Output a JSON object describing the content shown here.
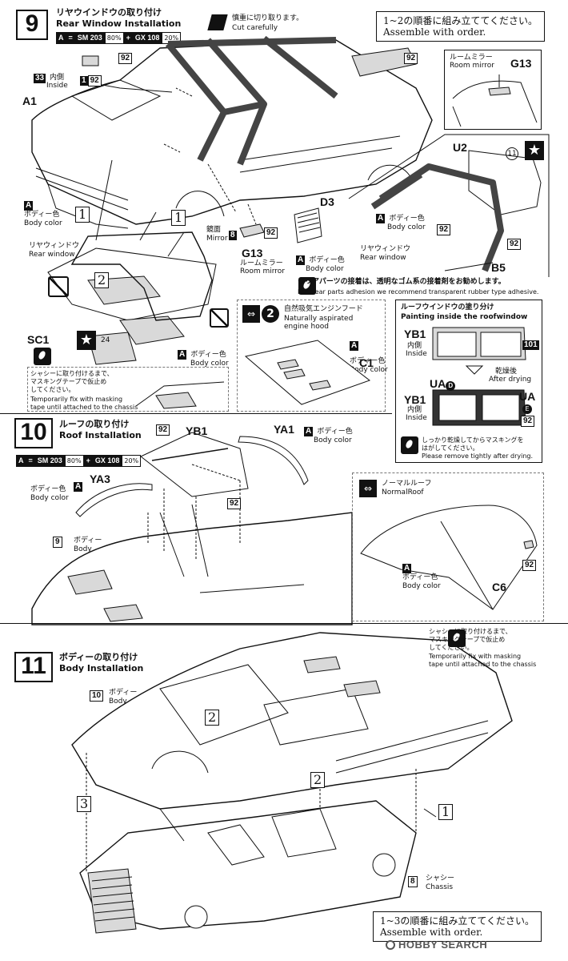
{
  "step9": {
    "number": "9",
    "title_ja": "リヤウインドウの取り付け",
    "title_en": "Rear Window Installation",
    "formula": {
      "a": "A",
      "eq": "=",
      "c1": "SM 203",
      "p1": "80%",
      "plus": "+",
      "c2": "GX 108",
      "p2": "20%"
    },
    "order_ja": "1~2の順番に組み立ててください。",
    "order_en": "Assemble with order.",
    "cut_ja": "慎重に切り取ります。",
    "cut_en": "Cut carefully",
    "labels": {
      "a1": "A1",
      "n33": "33",
      "inside_ja": "内側",
      "inside_en": "Inside",
      "n1": "1",
      "n92a": "92",
      "n92b": "92",
      "n92c": "92",
      "body_color_a": "A",
      "body_color_ja": "ボディー色",
      "body_color_en": "Body color",
      "rw_ja": "リヤウィンドウ",
      "rw_en": "Rear window",
      "step1": "1",
      "step1b": "1",
      "step2": "2",
      "sc1": "SC1",
      "n24": "24",
      "sc1_a": "A",
      "sc1_body_ja": "ボディー色",
      "sc1_body_en": "Body color",
      "mirror_ja": "鏡面",
      "mirror_en": "Mirror",
      "n8": "8",
      "n92d": "92",
      "g13": "G13",
      "rm_ja": "ルームミラー",
      "rm_en": "Room mirror",
      "d3": "D3",
      "d3_a": "A",
      "d3_body_ja": "ボディー色",
      "d3_body_en": "Body color",
      "mask_ja1": "シャシーに取り付けるまで、",
      "mask_ja2": "マスキングテープで仮止め",
      "mask_ja3": "してください。",
      "mask_en1": "Temporarily fix with masking",
      "mask_en2": "tape until attached to the chassis"
    },
    "mirror_inset": {
      "title_ja": "ルームミラー",
      "title_en": "Room mirror",
      "part": "G13"
    },
    "u2_inset": {
      "u2": "U2",
      "ref11": "11",
      "a": "A",
      "body_ja": "ボディー色",
      "body_en": "Body color",
      "n92a": "92",
      "n92b": "92",
      "rw_ja": "リヤウィンドウ",
      "rw_en": "Rear window",
      "b5": "B5"
    },
    "clear_note_ja": "クリアパーツの接着は、透明なゴム系の接着剤をお勧めします。",
    "clear_note_en": "For clear parts adhesion we recommend transparent rubber type adhesive.",
    "hood_inset": {
      "ref": "2",
      "title_ja": "自然吸気エンジンフード",
      "title_en1": "Naturally aspirated",
      "title_en2": "engine hood",
      "a": "A",
      "body_ja": "ボディー色",
      "body_en": "Body color",
      "c1": "C1"
    },
    "paint_roof": {
      "title_ja": "ルーフウインドウの塗り分け",
      "title_en": "Painting inside the roofwindow",
      "yb1": "YB1",
      "inside_ja": "内側",
      "inside_en": "Inside",
      "n101": "101",
      "dry_ja": "乾燥後",
      "dry_en": "After drying",
      "yb1b": "YB1",
      "inside_ja2": "内側",
      "inside_en2": "Inside",
      "uad": "UA",
      "uad_sub": "D",
      "ua": "UA",
      "uae_sub": "E",
      "n92": "92",
      "note_ja1": "しっかり乾燥してからマスキングを",
      "note_ja2": "はがしてください。",
      "note_en": "Please remove tightly after drying."
    }
  },
  "step10": {
    "number": "10",
    "title_ja": "ルーフの取り付け",
    "title_en": "Roof Installation",
    "formula": {
      "a": "A",
      "eq": "=",
      "c1": "SM 203",
      "p1": "80%",
      "plus": "+",
      "c2": "GX 108",
      "p2": "20%"
    },
    "labels": {
      "n92": "92",
      "yb1": "YB1",
      "ya1": "YA1",
      "ya1_a": "A",
      "ya1_body_ja": "ボディー色",
      "ya1_body_en": "Body color",
      "n92b": "92",
      "body_ja": "ボディー色",
      "body_en": "Body color",
      "ya3_a": "A",
      "ya3": "YA3",
      "n9": "9",
      "body_ref_ja": "ボディー",
      "body_ref_en": "Body"
    },
    "normal_roof": {
      "title_ja": "ノーマルルーフ",
      "title_en": "NormalRoof",
      "a": "A",
      "body_ja": "ボディー色",
      "body_en": "Body color",
      "n92": "92",
      "c6": "C6"
    }
  },
  "step11": {
    "number": "11",
    "title_ja": "ボディーの取り付け",
    "title_en": "Body Installation",
    "labels": {
      "n10": "10",
      "body_ja": "ボディー",
      "body_en": "Body",
      "mask_ja1": "シャシーに取り付けるまで、",
      "mask_ja2": "マスキングテープで仮止め",
      "mask_ja3": "してください。",
      "mask_en1": "Temporarily fix with masking",
      "mask_en2": "tape until attached to the chassis",
      "step2a": "2",
      "step2b": "2",
      "step3": "3",
      "step1": "1",
      "n8": "8",
      "chassis_ja": "シャシー",
      "chassis_en": "Chassis"
    },
    "order_ja": "1~3の順番に組み立ててください。",
    "order_en": "Assemble with order."
  },
  "watermark": "HOBBY SEARCH"
}
